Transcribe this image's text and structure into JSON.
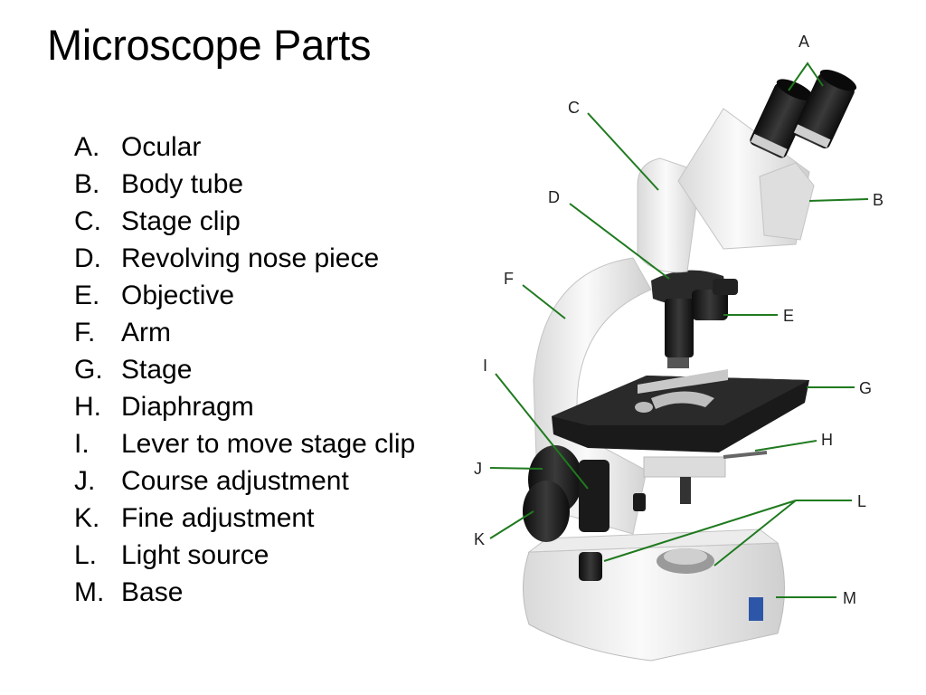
{
  "title": "Microscope Parts",
  "parts": [
    {
      "letter": "A.",
      "name": "Ocular"
    },
    {
      "letter": "B.",
      "name": "Body tube"
    },
    {
      "letter": "C.",
      "name": "Stage clip"
    },
    {
      "letter": "D.",
      "name": "Revolving nose piece"
    },
    {
      "letter": "E.",
      "name": "Objective"
    },
    {
      "letter": "F.",
      "name": "Arm"
    },
    {
      "letter": "G.",
      "name": "Stage"
    },
    {
      "letter": "H.",
      "name": "Diaphragm"
    },
    {
      "letter": "I.",
      "name": "Lever to move stage clip"
    },
    {
      "letter": "J.",
      "name": "Course adjustment"
    },
    {
      "letter": "K.",
      "name": "Fine adjustment"
    },
    {
      "letter": "L.",
      "name": "Light source"
    },
    {
      "letter": "M.",
      "name": "Base"
    }
  ],
  "callouts": [
    "A",
    "B",
    "C",
    "D",
    "E",
    "F",
    "G",
    "H",
    "I",
    "J",
    "K",
    "L",
    "M"
  ],
  "colors": {
    "leader": "#1f7a1f",
    "body": "#f2f2f2",
    "black": "#1a1a1a"
  }
}
